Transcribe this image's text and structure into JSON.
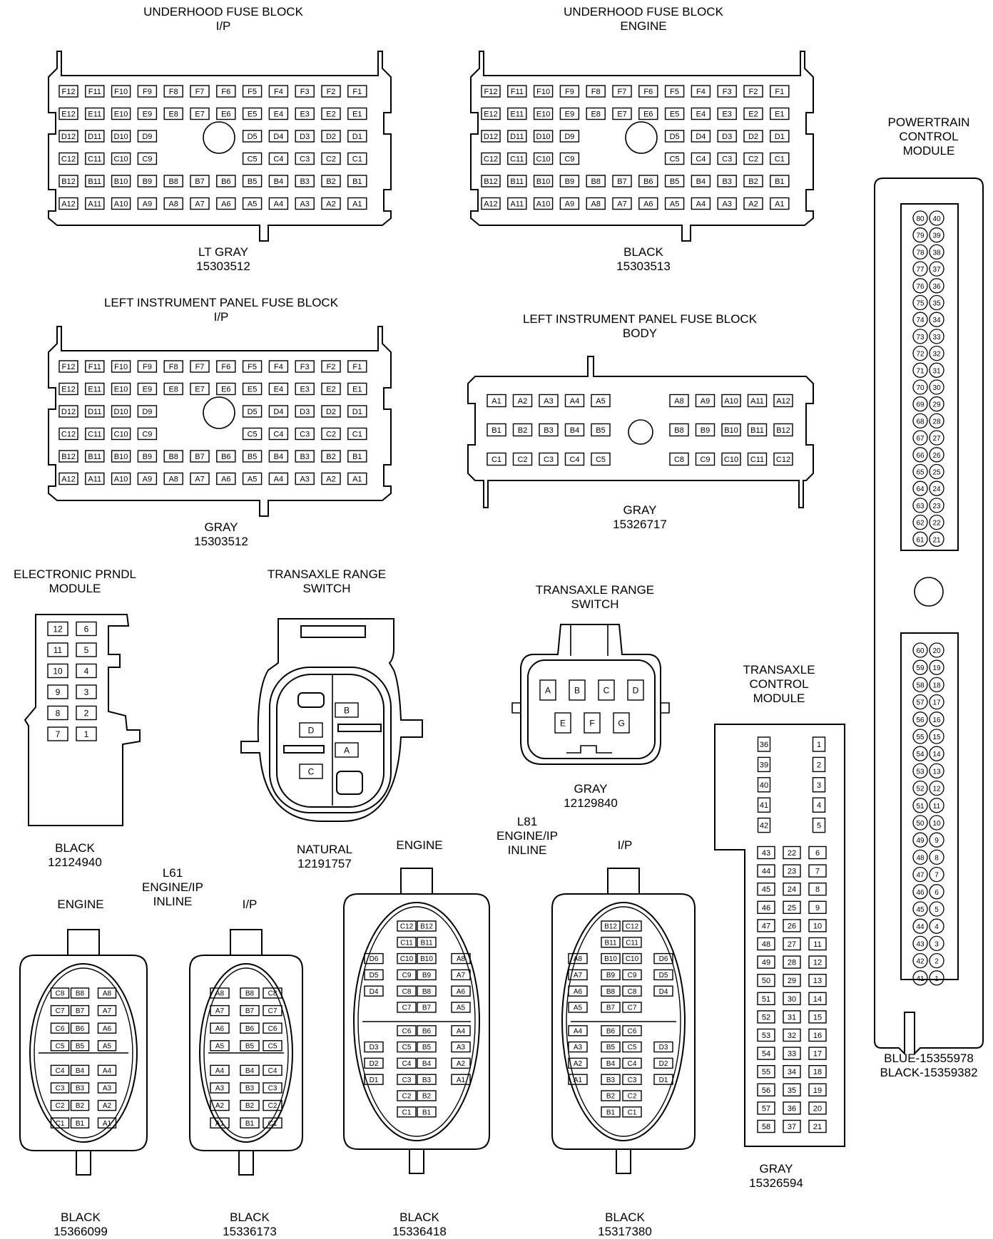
{
  "connectors": [
    {
      "id": "uh_ip",
      "title": [
        "UNDERHOOD FUSE BLOCK",
        "I/P"
      ],
      "color": "LT GRAY",
      "part": "15303512"
    },
    {
      "id": "uh_eng",
      "title": [
        "UNDERHOOD FUSE BLOCK",
        "ENGINE"
      ],
      "color": "BLACK",
      "part": "15303513"
    },
    {
      "id": "lip_ip",
      "title": [
        "LEFT INSTRUMENT PANEL FUSE BLOCK",
        "I/P"
      ],
      "color": "GRAY",
      "part": "15303512"
    },
    {
      "id": "lip_body",
      "title": [
        "LEFT INSTRUMENT PANEL FUSE BLOCK",
        "BODY"
      ],
      "color": "GRAY",
      "part": "15326717"
    },
    {
      "id": "pcm",
      "title": [
        "POWERTRAIN",
        "CONTROL",
        "MODULE"
      ],
      "color": "BLUE-15355978",
      "part": "BLACK-15359382"
    },
    {
      "id": "prndl",
      "title": [
        "ELECTRONIC PRNDL",
        "MODULE"
      ],
      "color": "BLACK",
      "part": "12124940"
    },
    {
      "id": "trs1",
      "title": [
        "TRANSAXLE RANGE",
        "SWITCH"
      ],
      "color": "NATURAL",
      "part": "12191757"
    },
    {
      "id": "trs2",
      "title": [
        "TRANSAXLE RANGE",
        "SWITCH"
      ],
      "color": "GRAY",
      "part": "12129840"
    },
    {
      "id": "tcm",
      "title": [
        "TRANSAXLE",
        "CONTROL",
        "MODULE"
      ],
      "color": "GRAY",
      "part": "15326594"
    },
    {
      "id": "l61_eng",
      "title": [
        "ENGINE"
      ],
      "color": "BLACK",
      "part": "15366099"
    },
    {
      "id": "l61_ip",
      "title": [
        "I/P"
      ],
      "color": "BLACK",
      "part": "15336173"
    },
    {
      "id": "l81_eng",
      "title": [
        "ENGINE"
      ],
      "color": "BLACK",
      "part": "15336418"
    },
    {
      "id": "l81_ip",
      "title": [
        "I/P"
      ],
      "color": "BLACK",
      "part": "15317380"
    }
  ],
  "group_labels": {
    "l61": [
      "L61",
      "ENGINE/IP",
      "INLINE"
    ],
    "l81": [
      "L81",
      "ENGINE/IP",
      "INLINE"
    ]
  },
  "pins": {
    "fuse_rows": [
      "F",
      "E",
      "D",
      "C",
      "B",
      "A"
    ],
    "body_rows": [
      "A",
      "B",
      "C"
    ],
    "prndl": [
      [
        "12",
        "6"
      ],
      [
        "11",
        "5"
      ],
      [
        "10",
        "4"
      ],
      [
        "9",
        "3"
      ],
      [
        "8",
        "2"
      ],
      [
        "7",
        "1"
      ]
    ],
    "trs1": [
      "B",
      "D",
      "A",
      "C"
    ],
    "trs2_top": [
      "A",
      "B",
      "C",
      "D"
    ],
    "trs2_bottom": [
      "E",
      "F",
      "G"
    ],
    "l61_eng": [
      [
        "C8",
        "B8",
        "A8"
      ],
      [
        "C7",
        "B7",
        "A7"
      ],
      [
        "C6",
        "B6",
        "A6"
      ],
      [
        "C5",
        "B5",
        "A5"
      ],
      [
        "C4",
        "B4",
        "A4"
      ],
      [
        "C3",
        "B3",
        "A3"
      ],
      [
        "C2",
        "B2",
        "A2"
      ],
      [
        "C1",
        "B1",
        "A1"
      ]
    ],
    "l61_ip": [
      [
        "A8",
        "B8",
        "C8"
      ],
      [
        "A7",
        "B7",
        "C7"
      ],
      [
        "A6",
        "B6",
        "C6"
      ],
      [
        "A5",
        "B5",
        "C5"
      ],
      [
        "A4",
        "B4",
        "C4"
      ],
      [
        "A3",
        "B3",
        "C3"
      ],
      [
        "A2",
        "B2",
        "C2"
      ],
      [
        "A1",
        "B1",
        "C1"
      ]
    ],
    "l81_eng": [
      [
        "",
        "C12",
        "B12",
        ""
      ],
      [
        "",
        "C11",
        "B11",
        ""
      ],
      [
        "D6",
        "C10",
        "B10",
        "A8"
      ],
      [
        "D5",
        "C9",
        "B9",
        "A7"
      ],
      [
        "D4",
        "C8",
        "B8",
        "A6"
      ],
      [
        "",
        "C7",
        "B7",
        "A5"
      ],
      [
        "",
        "C6",
        "B6",
        "A4"
      ],
      [
        "D3",
        "C5",
        "B5",
        "A3"
      ],
      [
        "D2",
        "C4",
        "B4",
        "A2"
      ],
      [
        "D1",
        "C3",
        "B3",
        "A1"
      ],
      [
        "",
        "C2",
        "B2",
        ""
      ],
      [
        "",
        "C1",
        "B1",
        ""
      ]
    ],
    "l81_ip": [
      [
        "",
        "B12",
        "C12",
        ""
      ],
      [
        "",
        "B11",
        "C11",
        ""
      ],
      [
        "A8",
        "B10",
        "C10",
        "D6"
      ],
      [
        "A7",
        "B9",
        "C9",
        "D5"
      ],
      [
        "A6",
        "B8",
        "C8",
        "D4"
      ],
      [
        "A5",
        "B7",
        "C7",
        ""
      ],
      [
        "A4",
        "B6",
        "C6",
        ""
      ],
      [
        "A3",
        "B5",
        "C5",
        "D3"
      ],
      [
        "A2",
        "B4",
        "C4",
        "D2"
      ],
      [
        "A1",
        "B3",
        "C3",
        "D1"
      ],
      [
        "",
        "B2",
        "C2",
        ""
      ],
      [
        "",
        "B1",
        "C1",
        ""
      ]
    ]
  }
}
